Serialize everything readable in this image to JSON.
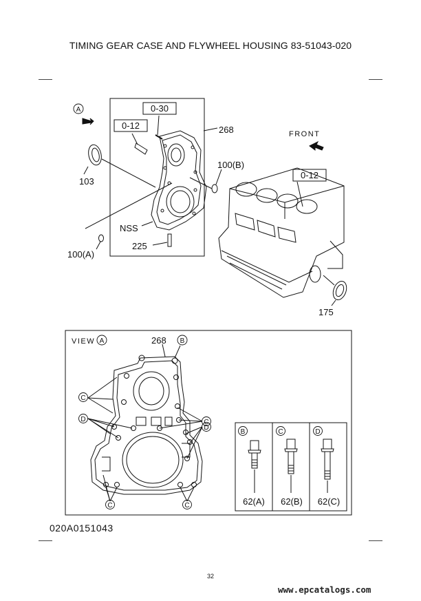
{
  "title": "TIMING GEAR CASE AND FLYWHEEL HOUSING  83-51043-020",
  "page_number": "32",
  "figure_code": "020A0151043",
  "watermark": "www.epcatalogs.com",
  "upper": {
    "view_ref": "A",
    "front_label": "FRONT",
    "torque_0_30": "0-30",
    "torque_0_12_left": "0-12",
    "torque_0_12_block": "0-12",
    "part_268": "268",
    "part_100b": "100(B)",
    "part_103": "103",
    "part_nss": "NSS",
    "part_225": "225",
    "part_100a": "100(A)",
    "part_175": "175"
  },
  "lower": {
    "view_label": "VIEW",
    "view_ref": "A",
    "part_268": "268",
    "callout_b": "B",
    "callout_c": "C",
    "callout_d": "D",
    "bolts": [
      {
        "ref": "B",
        "label": "62(A)"
      },
      {
        "ref": "C",
        "label": "62(B)"
      },
      {
        "ref": "D",
        "label": "62(C)"
      }
    ]
  }
}
